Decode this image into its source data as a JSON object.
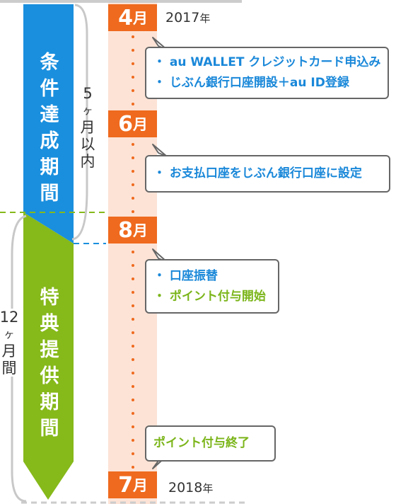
{
  "timeline": {
    "start": {
      "month": "4",
      "unit": "月",
      "year": "2017",
      "year_unit": "年"
    },
    "mid1": {
      "month": "6",
      "unit": "月"
    },
    "mid2": {
      "month": "8",
      "unit": "月"
    },
    "end": {
      "month": "7",
      "unit": "月",
      "year": "2018",
      "year_unit": "年"
    }
  },
  "phases": {
    "condition": {
      "chars": [
        "条",
        "件",
        "達",
        "成",
        "期",
        "間"
      ],
      "color": "#1a8fde"
    },
    "benefit": {
      "chars": [
        "特",
        "典",
        "提",
        "供",
        "期",
        "間"
      ],
      "color": "#86b91a"
    }
  },
  "durations": {
    "condition": {
      "chars": [
        "5",
        "ヶ",
        "月",
        "以",
        "内"
      ]
    },
    "benefit": {
      "chars": [
        "12",
        "ヶ",
        "月",
        "間"
      ]
    }
  },
  "bubbles": {
    "april": [
      "・ au WALLET クレジットカード申込み",
      "・ じぶん銀行口座開設＋au ID登録"
    ],
    "june": [
      "・ お支払口座をじぶん銀行口座に設定"
    ],
    "august": [
      "・ 口座振替",
      "・ ポイント付与開始"
    ],
    "final": [
      "ポイント付与終了"
    ]
  },
  "colors": {
    "accent_orange": "#ef6a1e",
    "band_peach": "#fde3d6",
    "dots": "#ef6a1e",
    "text_blue": "#1a88d9",
    "text_green": "#7bb51a"
  }
}
